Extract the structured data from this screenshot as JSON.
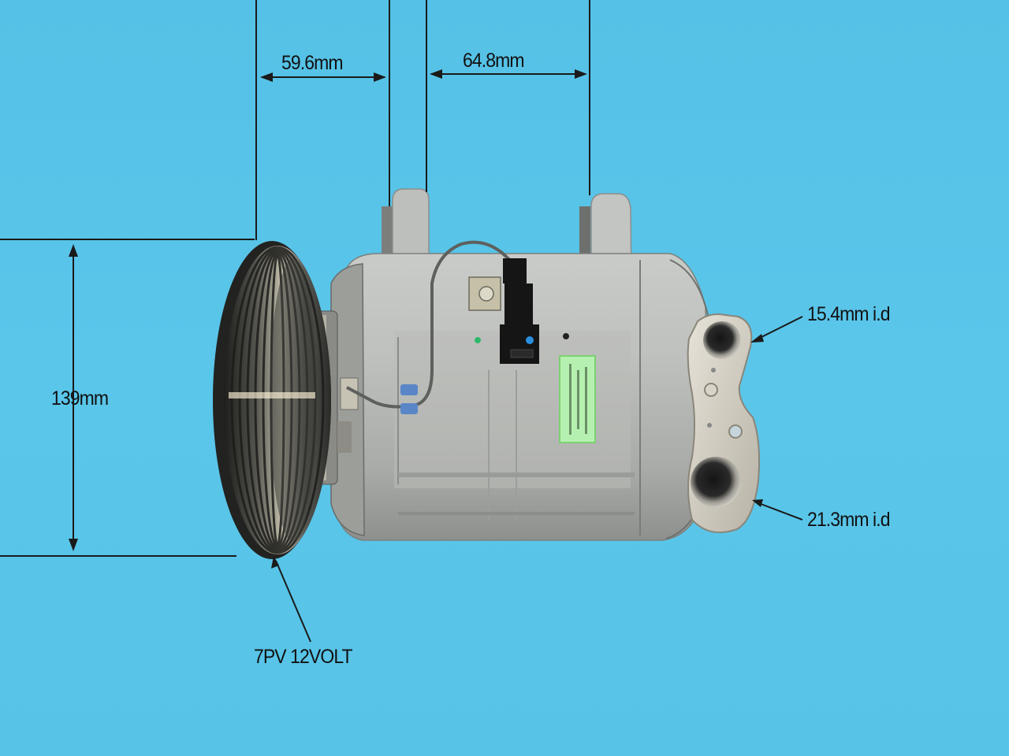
{
  "image": {
    "subject": "Automotive A/C compressor with dimension annotations",
    "background_color": "#58c4e8",
    "annotation_color": "#111111"
  },
  "dimensions": {
    "mount_left_width": "59.6mm",
    "mount_right_width": "64.8mm",
    "pulley_height": "139mm",
    "upper_port": "15.4mm i.d",
    "lower_port": "21.3mm i.d",
    "pulley_spec": "7PV 12VOLT"
  },
  "components": {
    "pulley": {
      "grooves": 7,
      "color": "#3a3a38"
    },
    "body": {
      "color": "#b4b6b3"
    },
    "connector": {
      "color": "#1a1a1a",
      "accent": "#2a8fe0"
    },
    "label_sticker": {
      "color": "#b6f0b0"
    }
  }
}
